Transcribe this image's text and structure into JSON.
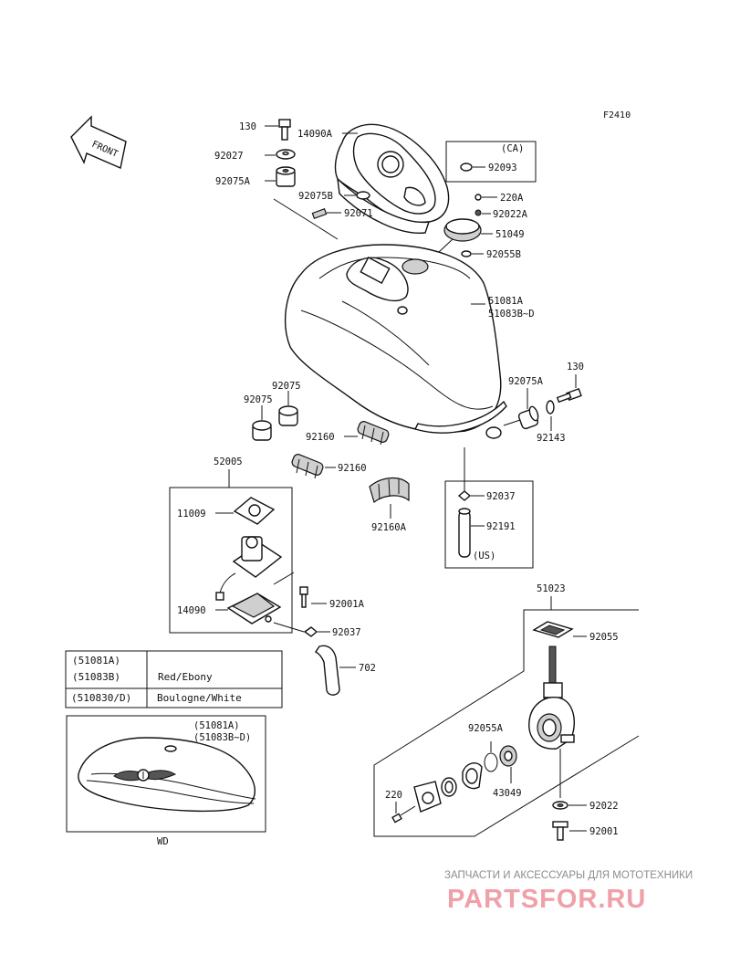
{
  "figure_code": "F2410",
  "front_arrow_label": "FRONT",
  "labels": {
    "l130a": "130",
    "l14090A": "14090A",
    "l92027": "92027",
    "l92075A_top": "92075A",
    "l92075B": "92075B",
    "l92071": "92071",
    "ca_title": "(CA)",
    "l92093": "92093",
    "l220A": "220A",
    "l92022A": "92022A",
    "l51049": "51049",
    "l92055B": "92055B",
    "l51081A": "51081A",
    "l51083BD": "51083B~D",
    "l130b": "130",
    "l92075A_right": "92075A",
    "l92143": "92143",
    "l92075_l": "92075",
    "l92075_r": "92075",
    "l92160_a": "92160",
    "l92160_b": "92160",
    "l92160A": "92160A",
    "l52005": "52005",
    "l11009": "11009",
    "l14090": "14090",
    "l92001A": "92001A",
    "l92037_bot": "92037",
    "l702": "702",
    "l92037_us": "92037",
    "l92191": "92191",
    "us_title": "(US)",
    "l51023": "51023",
    "l92055": "92055",
    "l92055A": "92055A",
    "l43049": "43049",
    "l220": "220",
    "l92022": "92022",
    "l92001": "92001"
  },
  "color_table": {
    "row1_code_a": "(51081A)",
    "row1_code_b": "(51083B)",
    "row1_color": "Red/Ebony",
    "row2_code": "(510830/D)",
    "row2_color": "Boulogne/White"
  },
  "inset": {
    "code_a": "(51081A)",
    "code_b": "(51083B~D)",
    "caption": "WD"
  },
  "watermark": {
    "tagline": "ЗАПЧАСТИ И АКСЕССУАРЫ ДЛЯ МОТОТЕХНИКИ",
    "logo": "PARTSFOR.RU"
  },
  "colors": {
    "line": "#111111",
    "shade": "#cfcfcf",
    "watermark_logo": "#f0a0a8",
    "watermark_text": "#8c8c8c"
  }
}
